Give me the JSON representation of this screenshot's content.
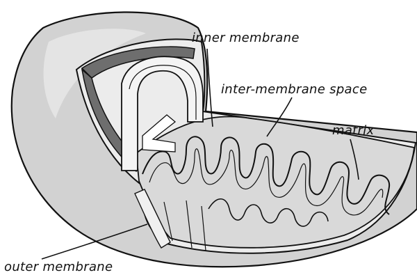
{
  "diagram": {
    "labels": {
      "inner_membrane": "inner membrane",
      "inter_membrane_space": "inter-membrane space",
      "matrix": "matrix",
      "outer_membrane": "outer membrane"
    },
    "colors": {
      "outline": "#111111",
      "outer_shell": "#d2d2d2",
      "outer_shell_edge": "#a8a8a8",
      "membrane_band": "#6e6e6e",
      "cut_surface": "#ececec",
      "matrix_fill": "#d9d9d9",
      "cristae_fill": "#ffffff"
    }
  }
}
